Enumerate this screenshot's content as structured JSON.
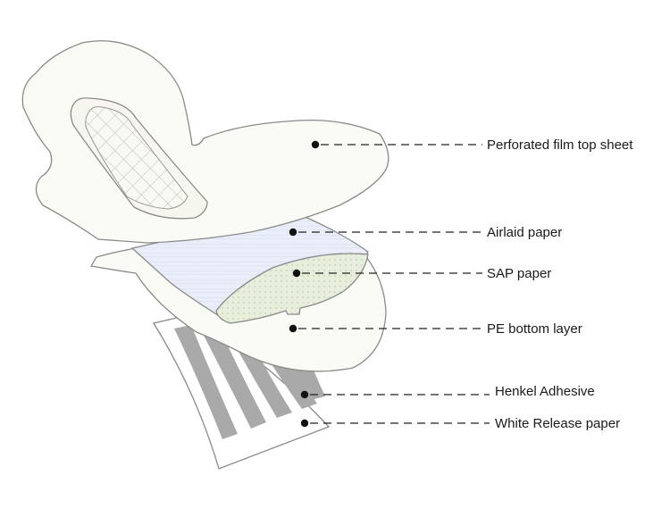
{
  "labels": {
    "top_sheet": "Perforated film top sheet",
    "airlaid": "Airlaid paper",
    "sap": "SAP paper",
    "pe_bottom": "PE bottom layer",
    "adhesive": "Henkel Adhesive",
    "release": "White Release paper"
  },
  "colors": {
    "pad_fill": "#fbfbf5",
    "airlaid_fill": "#e9eef8",
    "sap_fill": "#e8eedc",
    "adhesive_stripe": "#a9a9a9",
    "release_fill": "#ffffff",
    "outline": "#8a8a8a"
  }
}
